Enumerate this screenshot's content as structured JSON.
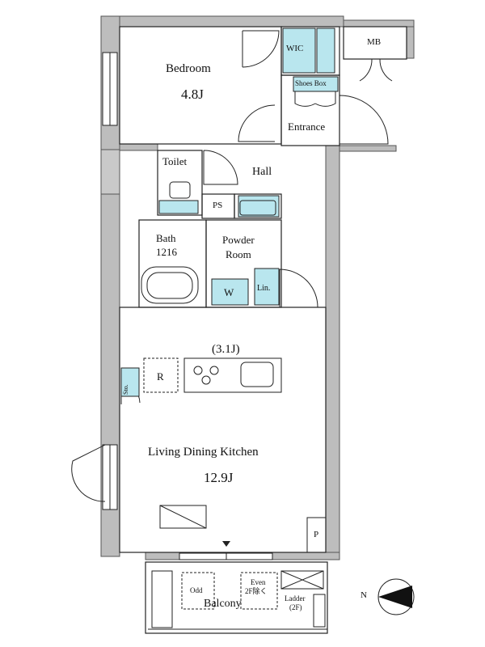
{
  "rooms": {
    "bedroom": {
      "name": "Bedroom",
      "size": "4.8J"
    },
    "wic": "WIC",
    "mb": "MB",
    "shoes_box": "Shoes Box",
    "entrance": "Entrance",
    "toilet": "Toilet",
    "hall": "Hall",
    "ps": "PS",
    "bath": {
      "name": "Bath",
      "size": "1216"
    },
    "powder_room": {
      "line1": "Powder",
      "line2": "Room"
    },
    "washer": "W",
    "linen": "Lin.",
    "kitchen_size": "(3.1J)",
    "refrigerator": "R",
    "storage": "Sto.",
    "ldk": {
      "name": "Living Dining Kitchen",
      "size": "12.9J"
    },
    "pipe": "P",
    "balcony": "Balcony",
    "odd": "Odd",
    "even": {
      "line1": "Even",
      "line2": "2F除く"
    },
    "ladder": {
      "line1": "Ladder",
      "line2": "(2F)"
    }
  },
  "compass": {
    "label": "N"
  },
  "colors": {
    "wall": "#b5b5b5",
    "line": "#222222",
    "fixture_fill": "#b9e6ee"
  }
}
